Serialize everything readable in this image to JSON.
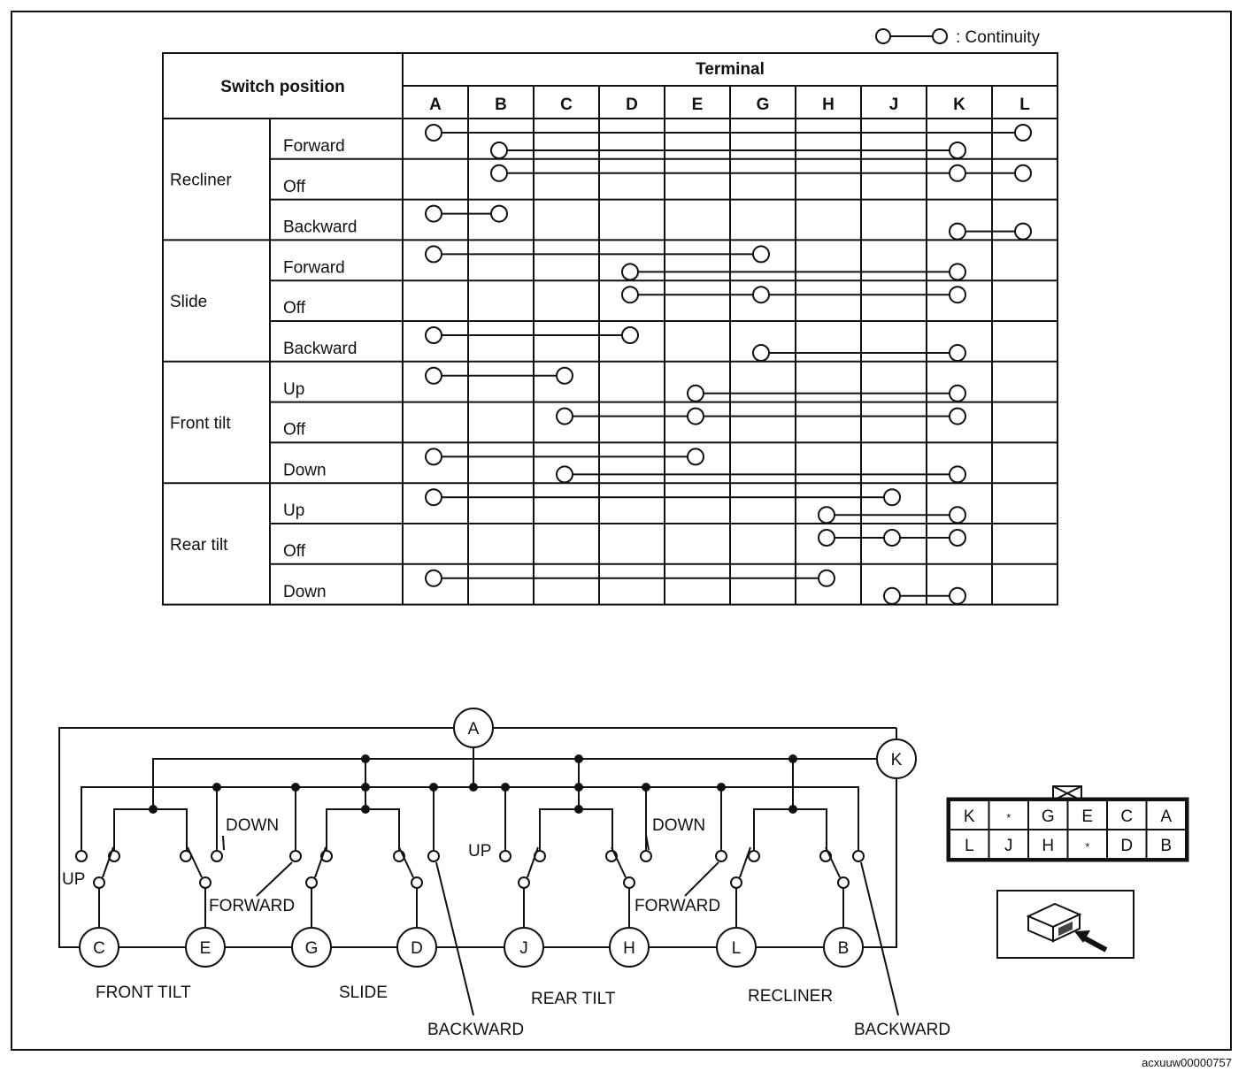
{
  "legend": {
    "text": ": Continuity"
  },
  "table": {
    "corner_header": "Switch position",
    "terminal_header": "Terminal",
    "terminals": [
      "A",
      "B",
      "C",
      "D",
      "E",
      "G",
      "H",
      "J",
      "K",
      "L"
    ],
    "groups": [
      {
        "name": "Recliner",
        "rows": [
          {
            "position": "Forward",
            "links": [
              [
                [
                  "A",
                  0
                ],
                [
                  "L",
                  0
                ]
              ],
              [
                [
                  "B",
                  1
                ],
                [
                  "K",
                  1
                ]
              ]
            ]
          },
          {
            "position": "Off",
            "links": [
              [
                [
                  "B",
                  0
                ],
                [
                  "K",
                  0
                ],
                [
                  "L",
                  0
                ]
              ]
            ]
          },
          {
            "position": "Backward",
            "links": [
              [
                [
                  "A",
                  0
                ],
                [
                  "B",
                  0
                ]
              ],
              [
                [
                  "K",
                  1
                ],
                [
                  "L",
                  1
                ]
              ]
            ]
          }
        ]
      },
      {
        "name": "Slide",
        "rows": [
          {
            "position": "Forward",
            "links": [
              [
                [
                  "A",
                  0
                ],
                [
                  "G",
                  0
                ]
              ],
              [
                [
                  "D",
                  1
                ],
                [
                  "K",
                  1
                ]
              ]
            ]
          },
          {
            "position": "Off",
            "links": [
              [
                [
                  "D",
                  0
                ],
                [
                  "G",
                  0
                ],
                [
                  "K",
                  0
                ]
              ]
            ]
          },
          {
            "position": "Backward",
            "links": [
              [
                [
                  "A",
                  0
                ],
                [
                  "D",
                  0
                ]
              ],
              [
                [
                  "G",
                  1
                ],
                [
                  "K",
                  1
                ]
              ]
            ]
          }
        ]
      },
      {
        "name": "Front tilt",
        "rows": [
          {
            "position": "Up",
            "links": [
              [
                [
                  "A",
                  0
                ],
                [
                  "C",
                  0
                ]
              ],
              [
                [
                  "E",
                  1
                ],
                [
                  "K",
                  1
                ]
              ]
            ]
          },
          {
            "position": "Off",
            "links": [
              [
                [
                  "C",
                  0
                ],
                [
                  "E",
                  0
                ],
                [
                  "K",
                  0
                ]
              ]
            ]
          },
          {
            "position": "Down",
            "links": [
              [
                [
                  "A",
                  0
                ],
                [
                  "E",
                  0
                ]
              ],
              [
                [
                  "C",
                  1
                ],
                [
                  "K",
                  1
                ]
              ]
            ]
          }
        ]
      },
      {
        "name": "Rear tilt",
        "rows": [
          {
            "position": "Up",
            "links": [
              [
                [
                  "A",
                  0
                ],
                [
                  "J",
                  0
                ]
              ],
              [
                [
                  "H",
                  1
                ],
                [
                  "K",
                  1
                ]
              ]
            ]
          },
          {
            "position": "Off",
            "links": [
              [
                [
                  "H",
                  0
                ],
                [
                  "J",
                  0
                ],
                [
                  "K",
                  0
                ]
              ]
            ]
          },
          {
            "position": "Down",
            "links": [
              [
                [
                  "A",
                  0
                ],
                [
                  "H",
                  0
                ]
              ],
              [
                [
                  "J",
                  1
                ],
                [
                  "K",
                  1
                ]
              ]
            ]
          }
        ]
      }
    ]
  },
  "circuit": {
    "top_terminals": [
      "A",
      "K"
    ],
    "bottom_terminals": [
      "C",
      "E",
      "G",
      "D",
      "J",
      "H",
      "L",
      "B"
    ],
    "switch_labels": {
      "front_tilt": "FRONT TILT",
      "slide": "SLIDE",
      "rear_tilt": "REAR TILT",
      "recliner": "RECLINER"
    },
    "position_labels": {
      "up": "UP",
      "down": "DOWN",
      "forward": "FORWARD",
      "backward": "BACKWARD"
    }
  },
  "connector": {
    "row1": [
      "K",
      "*",
      "G",
      "E",
      "C",
      "A"
    ],
    "row2": [
      "L",
      "J",
      "H",
      "*",
      "D",
      "B"
    ]
  },
  "image_code": "acxuuw00000757"
}
